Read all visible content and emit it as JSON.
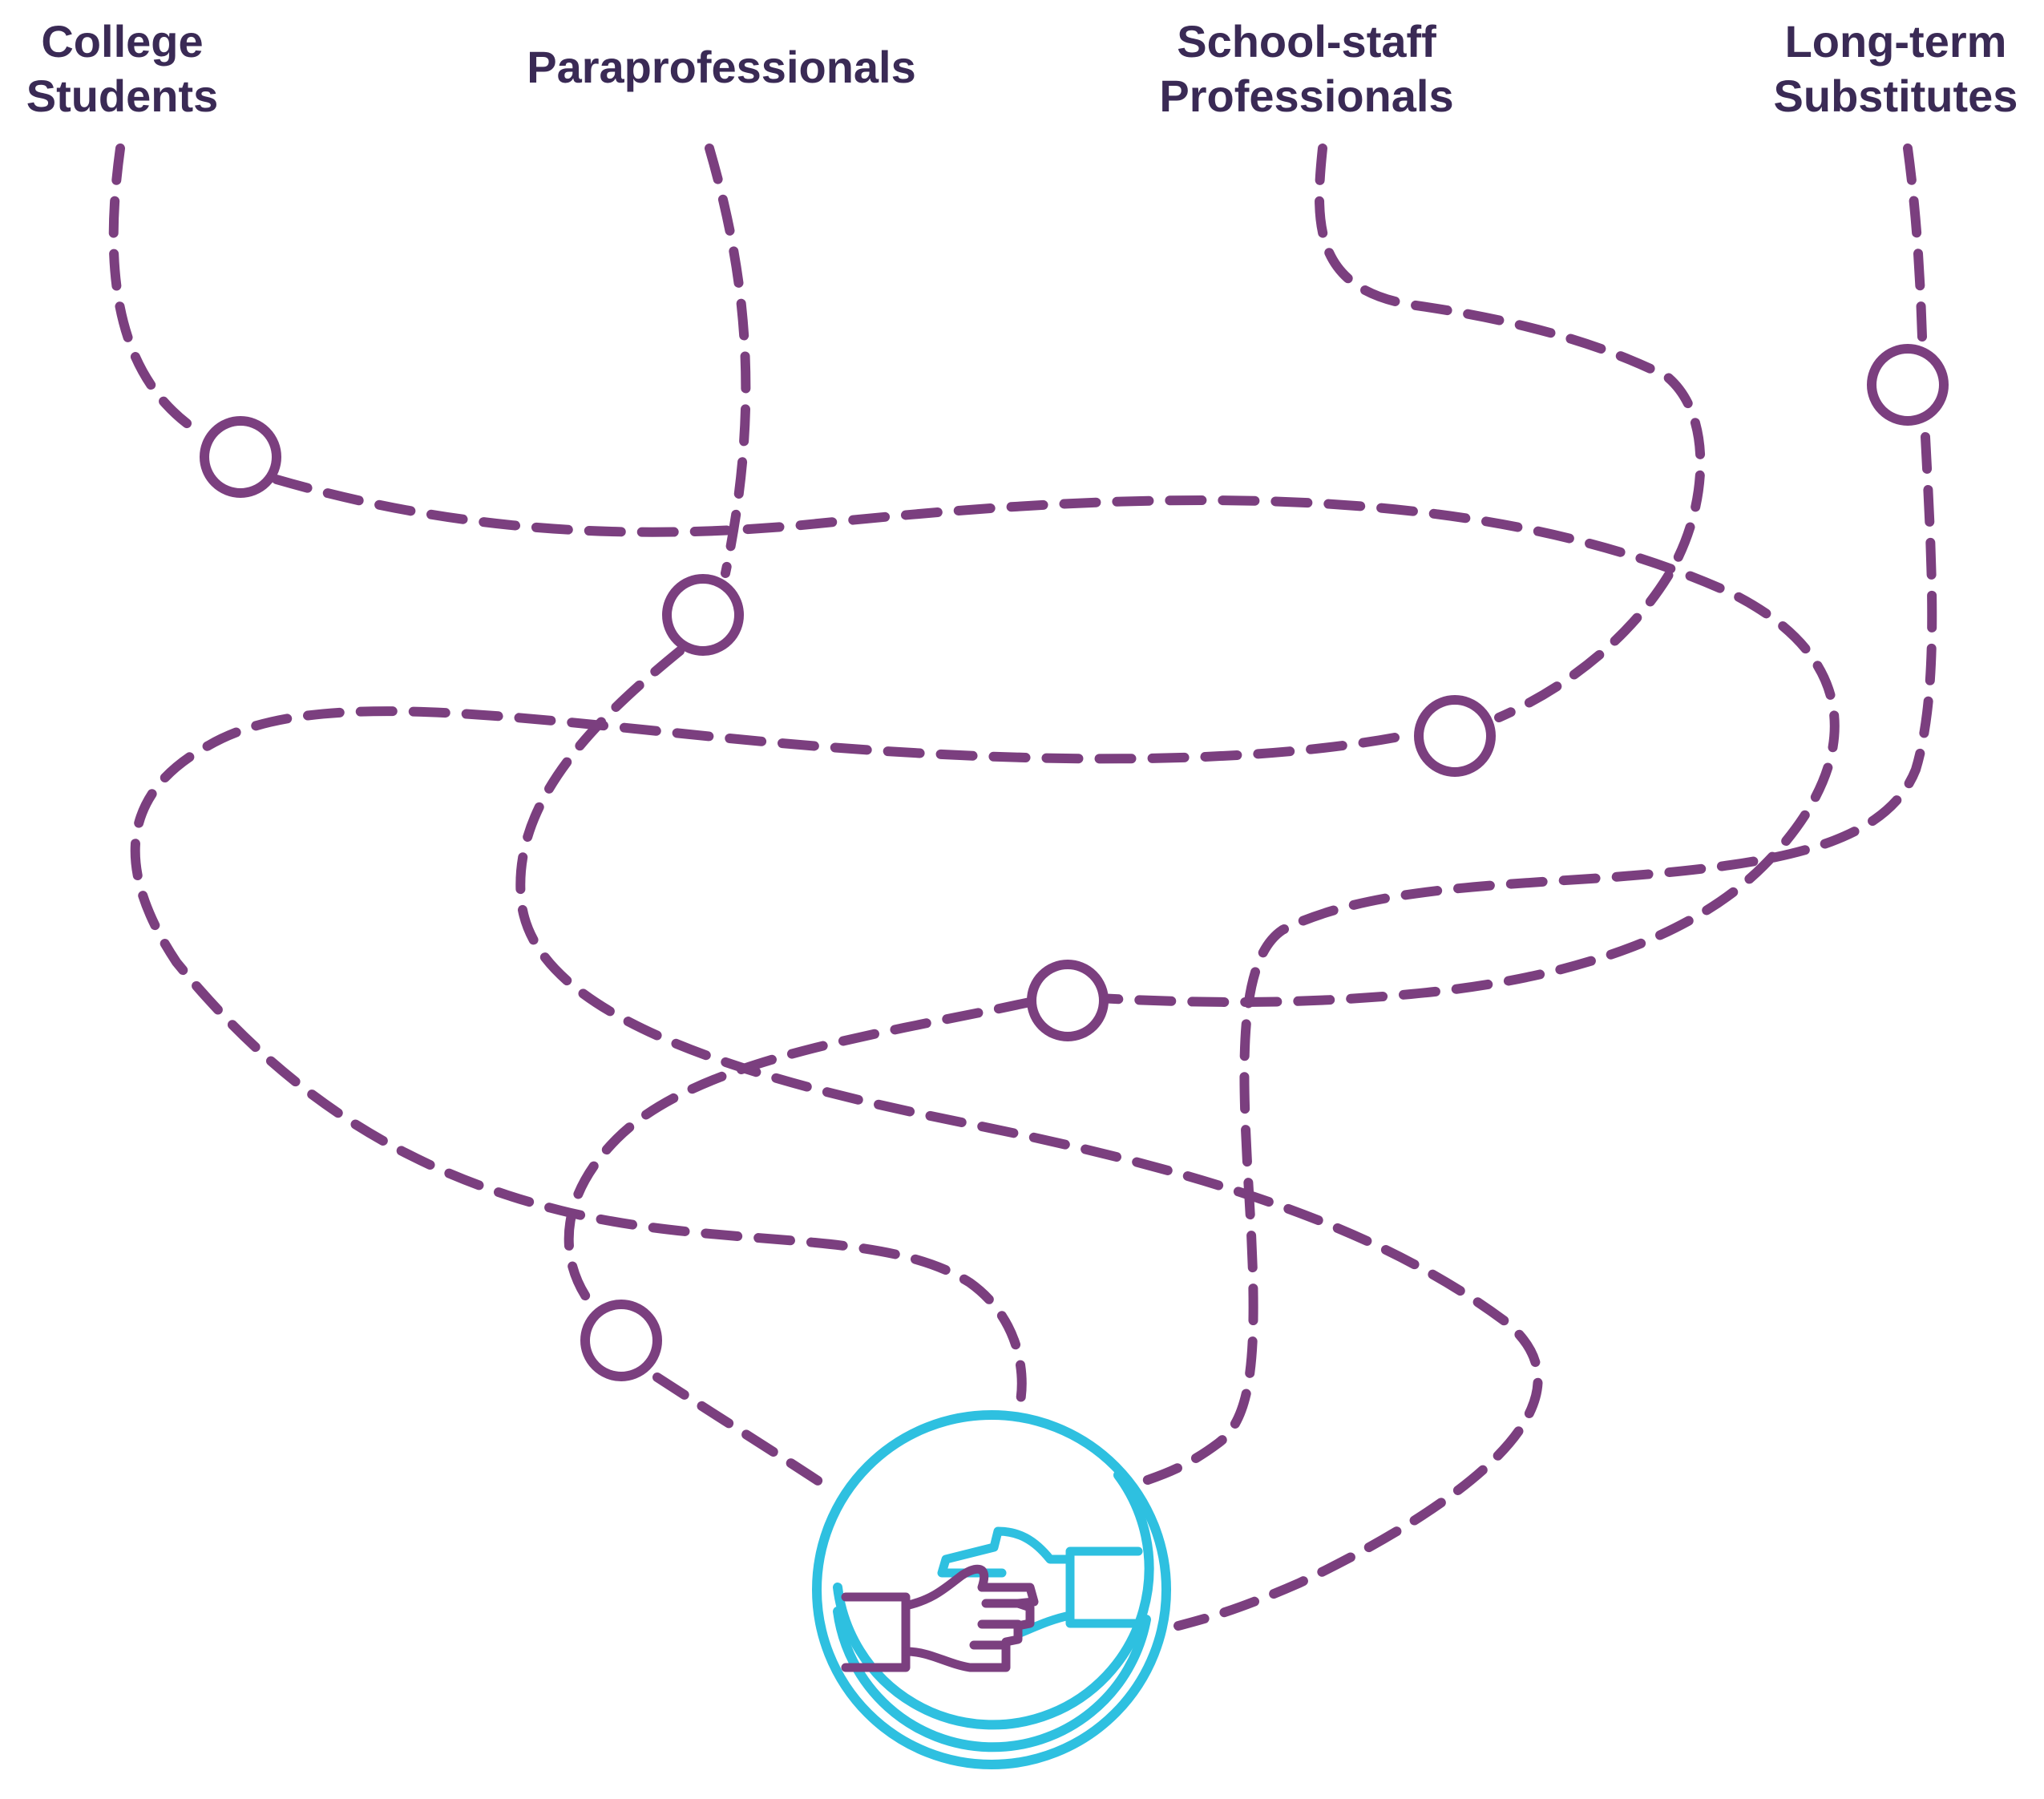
{
  "labels": {
    "college_students": "College\nStudents",
    "paraprofessionals": "Paraprofessionals",
    "school_staff": "School-staff\nProfessionals",
    "long_term_subs": "Long-term\nSubstitutes"
  },
  "colors": {
    "path": "#7b3f7f",
    "label": "#3a2a55",
    "emblem": "#2ec0e0"
  },
  "icons": {
    "center": "handshake-icon"
  }
}
